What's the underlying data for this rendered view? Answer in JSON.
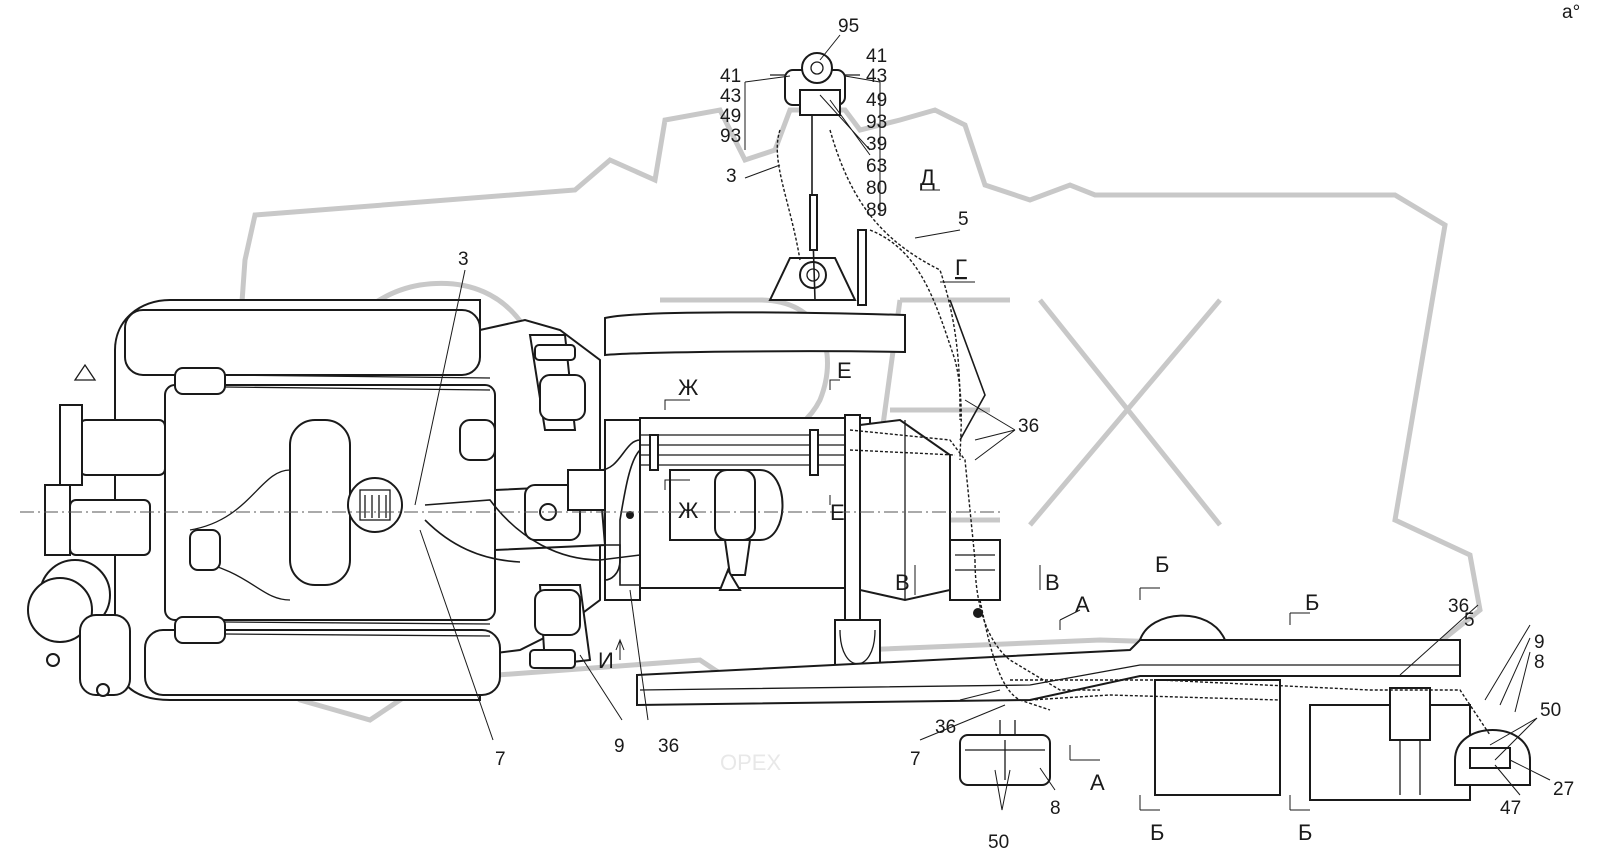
{
  "corner_mark": "a°",
  "watermark_text": "OPEX",
  "callouts": {
    "n95": "95",
    "n41a": "41",
    "n43a": "43",
    "n49a": "49",
    "n93a": "93",
    "n41b": "41",
    "n43b": "43",
    "n49b": "49",
    "n93b": "93",
    "n39": "39",
    "n63": "63",
    "n80": "80",
    "n89": "89",
    "n3a": "3",
    "n3b": "3",
    "n5a": "5",
    "n5b": "5",
    "n36a": "36",
    "n36b": "36",
    "n36c": "36",
    "n36d": "36",
    "n7a": "7",
    "n7b": "7",
    "n9a": "9",
    "n9b": "9",
    "n8a": "8",
    "n8b": "8",
    "n50a": "50",
    "n50b": "50",
    "n27": "27",
    "n47": "47"
  },
  "sections": {
    "d": "Д",
    "g": "Г",
    "zh1": "Ж",
    "zh2": "Ж",
    "e1": "Е",
    "e2": "Е",
    "v1": "В",
    "v2": "В",
    "a1": "А",
    "a2": "А",
    "b1": "Б",
    "b2": "Б",
    "b3": "Б",
    "b4": "Б",
    "i": "И"
  }
}
